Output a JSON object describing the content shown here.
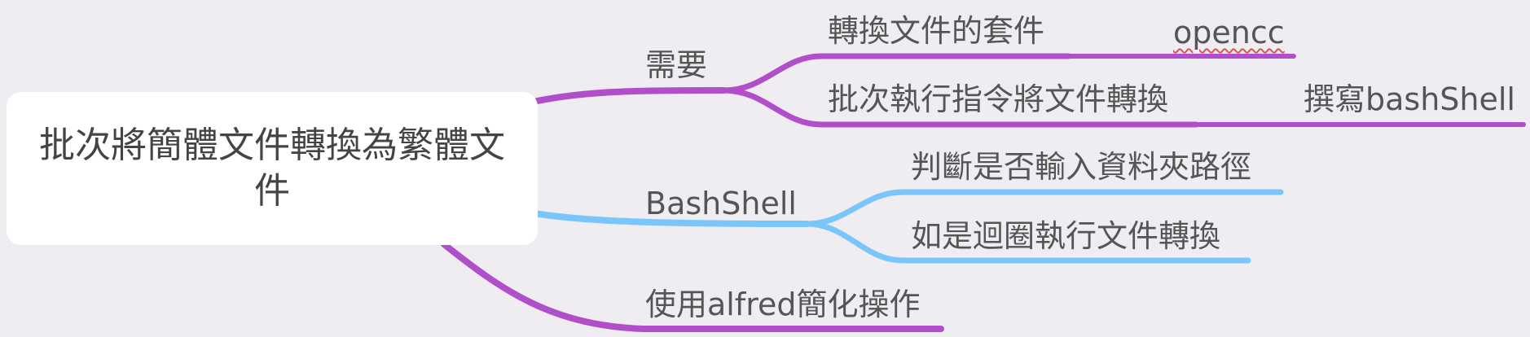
{
  "mindmap": {
    "root": {
      "title": "批次將簡體文件轉換為繁體文件"
    },
    "branches": [
      {
        "label": "需要",
        "color": "#b04fc9",
        "children": [
          {
            "label": "轉換文件的套件",
            "children": [
              {
                "label": "opencc"
              }
            ]
          },
          {
            "label": "批次執行指令將文件轉換",
            "children": [
              {
                "label": "撰寫bashShell"
              }
            ]
          }
        ]
      },
      {
        "label": "BashShell",
        "color": "#7ac6fa",
        "children": [
          {
            "label": "判斷是否輸入資料夾路徑"
          },
          {
            "label": "如是迴圈執行文件轉換"
          }
        ]
      },
      {
        "label": "使用alfred簡化操作",
        "color": "#b04fc9",
        "children": []
      }
    ]
  }
}
